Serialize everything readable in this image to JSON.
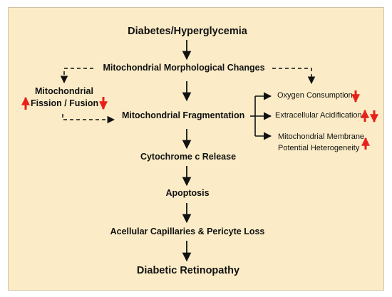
{
  "diagram": {
    "top": "Diabetes/Hyperglycemia",
    "morph": "Mitochondrial Morphological Changes",
    "fission_line1": "Mitochondrial",
    "fission_line2": "Fission / Fusion",
    "fragmentation": "Mitochondrial Fragmentation",
    "cytochrome": "Cytochrome c Release",
    "apoptosis": "Apoptosis",
    "capillaries": "Acellular Capillaries & Pericyte Loss",
    "bottom": "Diabetic Retinopathy",
    "effects": {
      "oxygen": "Oxygen Consumption",
      "acid": "Extracellular Acidification",
      "membrane_line1": "Mitochondrial Membrane",
      "membrane_line2": "Potential Heterogeneity"
    }
  },
  "colors": {
    "background": "#fbecc7",
    "text": "#111111",
    "arrow": "#111111",
    "indicator": "#e8201a"
  }
}
